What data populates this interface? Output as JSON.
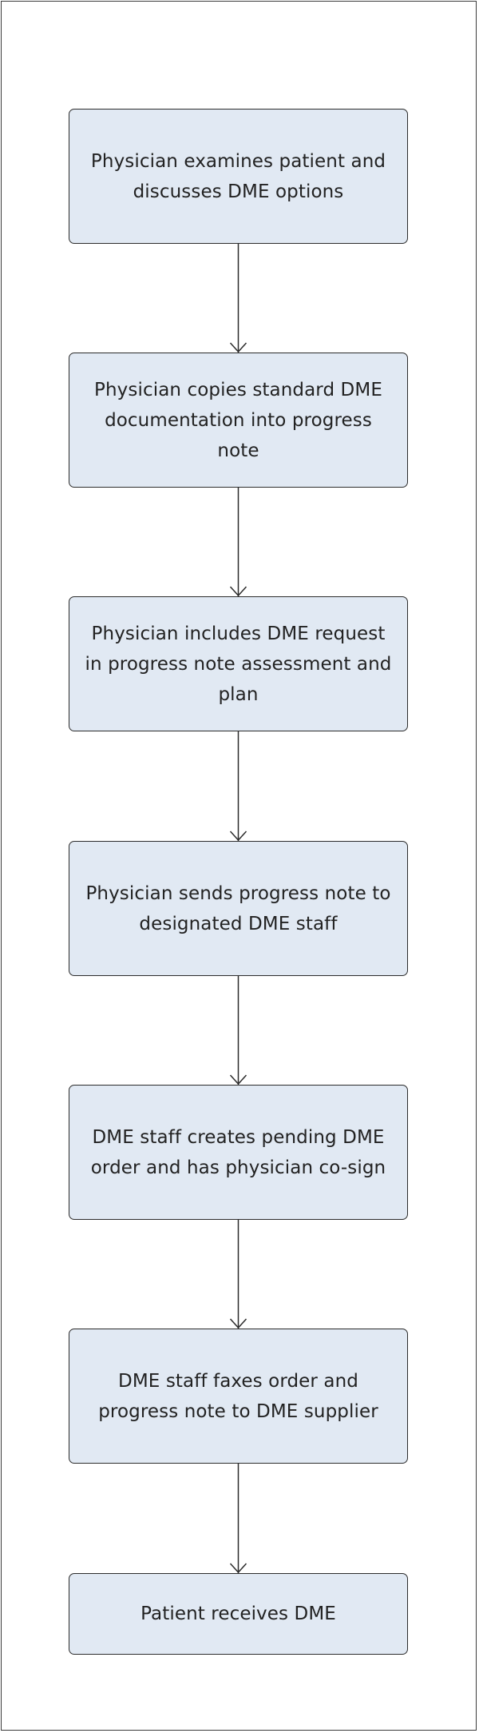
{
  "flowchart": {
    "steps": [
      {
        "id": "examine",
        "label": "Physician examines patient and discusses DME options"
      },
      {
        "id": "copy-docs",
        "label": "Physician copies standard DME documentation into progress note"
      },
      {
        "id": "include-request",
        "label": "Physician includes DME request in progress note assessment and plan"
      },
      {
        "id": "send-note",
        "label": "Physician sends progress note to designated DME staff"
      },
      {
        "id": "create-order",
        "label": "DME staff creates pending DME order and has physician co-sign"
      },
      {
        "id": "fax-order",
        "label": "DME staff faxes order and progress note to DME supplier"
      },
      {
        "id": "receive",
        "label": "Patient receives DME"
      }
    ],
    "connections": [
      {
        "from": "examine",
        "to": "copy-docs"
      },
      {
        "from": "copy-docs",
        "to": "include-request"
      },
      {
        "from": "include-request",
        "to": "send-note"
      },
      {
        "from": "send-note",
        "to": "create-order"
      },
      {
        "from": "create-order",
        "to": "fax-order"
      },
      {
        "from": "fax-order",
        "to": "receive"
      }
    ],
    "colors": {
      "box_fill": "#e1e9f3",
      "box_border": "#2c2c2c",
      "line": "#2c2c2c",
      "text": "#222222"
    }
  }
}
